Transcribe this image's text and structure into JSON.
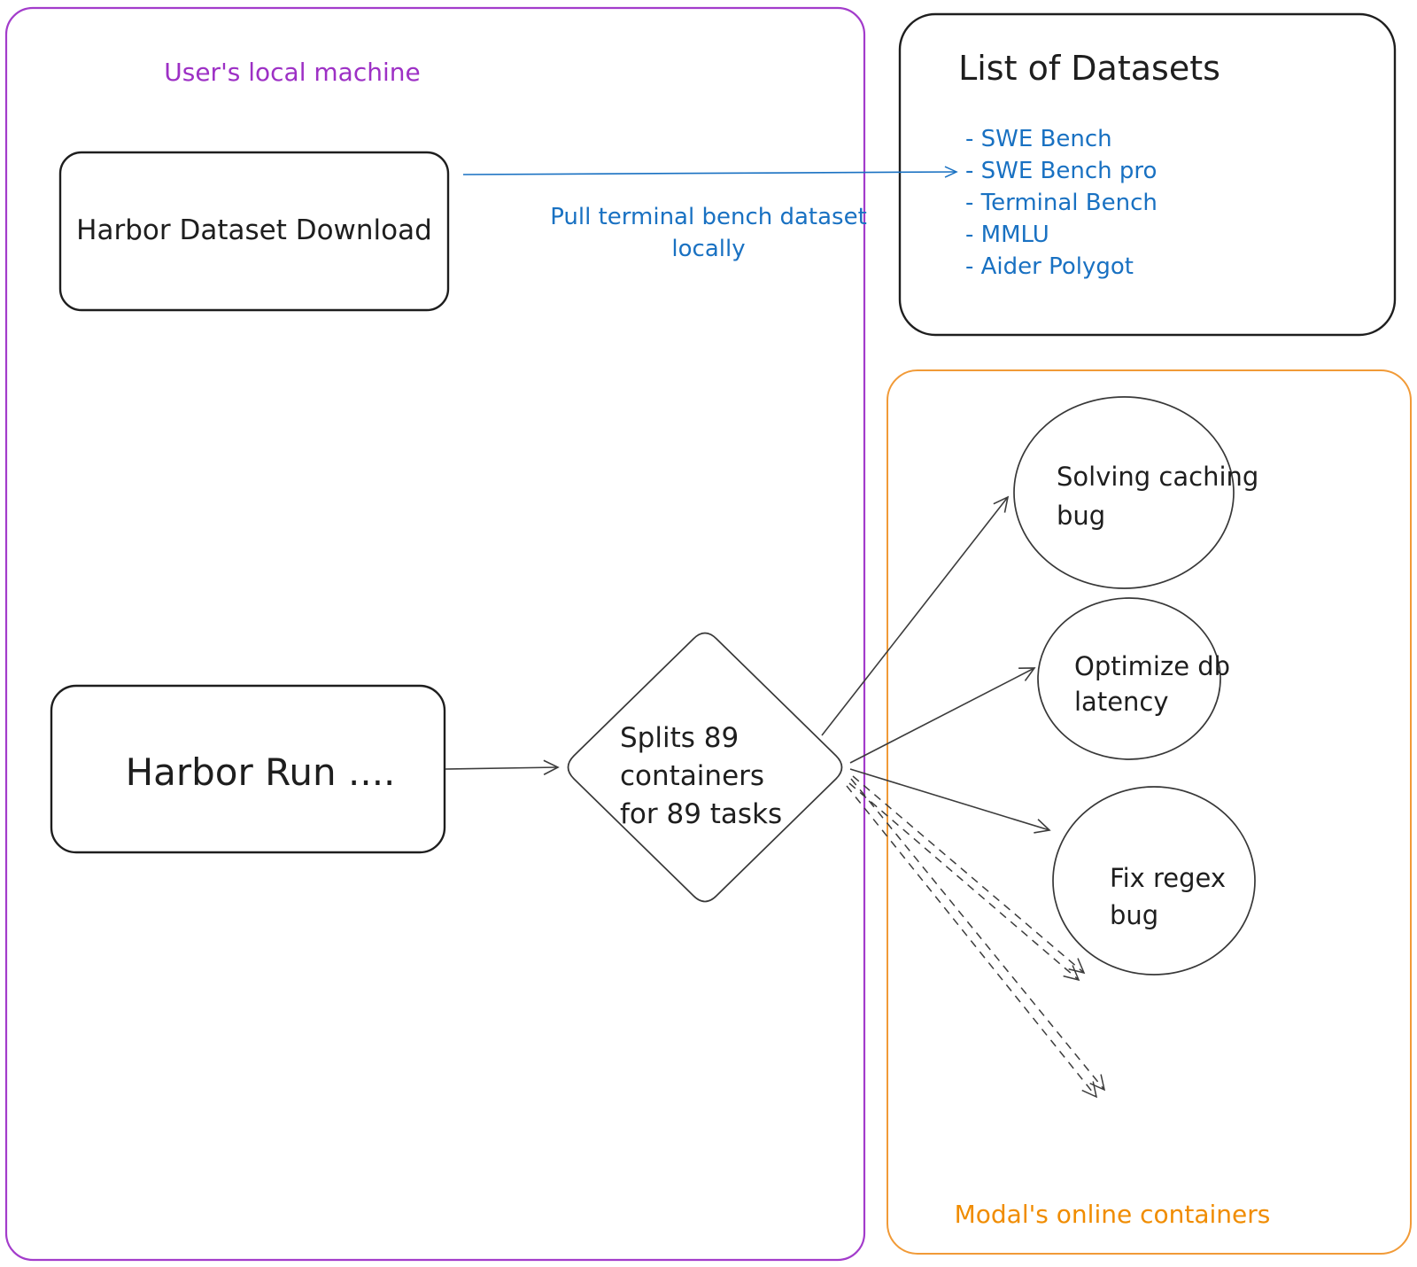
{
  "diagram": {
    "colors": {
      "purple": "#9d30c5",
      "blue": "#1971c2",
      "orange": "#f08c00",
      "ink": "#1e1e1e"
    },
    "local_machine": {
      "label": "User's local machine",
      "dataset_download_label": "Harbor Dataset Download",
      "harbor_run_label": "Harbor Run ....",
      "splitter": {
        "line1": "Splits 89",
        "line2": "containers",
        "line3": "for 89 tasks"
      }
    },
    "pull_arrow": {
      "line1": "Pull terminal bench dataset",
      "line2": "locally"
    },
    "datasets_panel": {
      "title": "List of Datasets",
      "items": [
        "- SWE Bench",
        "- SWE Bench pro",
        "- Terminal Bench",
        "- MMLU",
        "- Aider Polygot"
      ]
    },
    "modal_panel": {
      "label": "Modal's online containers",
      "container_caching": {
        "line1": "Solving caching",
        "line2": "bug"
      },
      "container_db": {
        "line1": "Optimize db",
        "line2": "latency"
      },
      "container_regex": {
        "line1": "Fix regex",
        "line2": "bug"
      }
    }
  }
}
